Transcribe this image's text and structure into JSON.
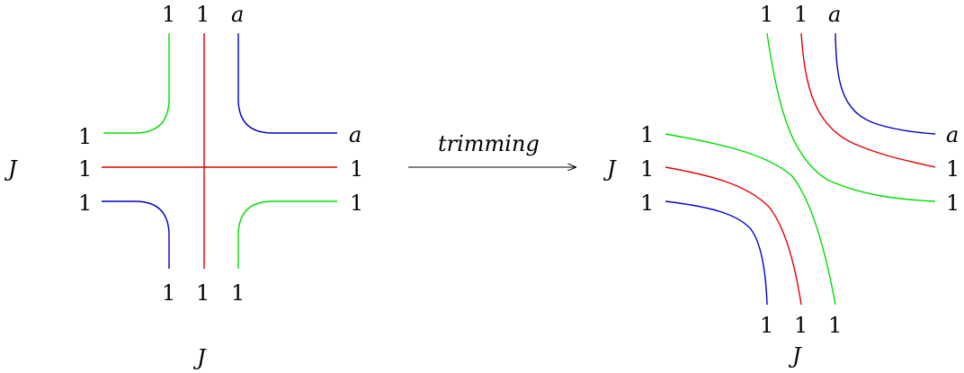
{
  "colors": {
    "green": "#00dd00",
    "red": "#e00000",
    "blue": "#0000c8",
    "ink": "#000000"
  },
  "left_diagram": {
    "top_labels": [
      "1",
      "1",
      "a"
    ],
    "left_labels": [
      "1",
      "1",
      "1"
    ],
    "right_labels": [
      "a",
      "1",
      "1"
    ],
    "bottom_labels": [
      "1",
      "1",
      "1"
    ],
    "side_label": "J",
    "bottom_label": "J"
  },
  "arrow": {
    "label": "trimming"
  },
  "right_diagram": {
    "top_labels": [
      "1",
      "1",
      "a"
    ],
    "left_labels": [
      "1",
      "1",
      "1"
    ],
    "right_labels": [
      "a",
      "1",
      "1"
    ],
    "bottom_labels": [
      "1",
      "1",
      "1"
    ],
    "side_label": "J",
    "bottom_label": "J"
  }
}
